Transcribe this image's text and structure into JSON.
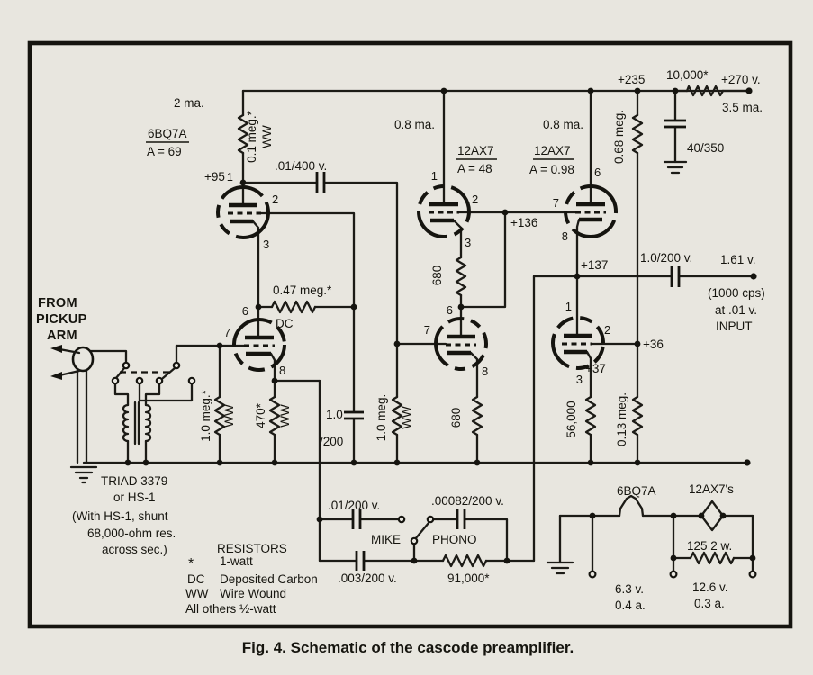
{
  "caption": "Fig. 4. Schematic of the cascode preamplifier.",
  "colors": {
    "paper": "#e8e6df",
    "ink": "#16150f"
  },
  "pins": {
    "p1": "1",
    "p2": "2",
    "p3": "3",
    "p6": "6",
    "p7": "7",
    "p8": "8"
  },
  "tubes": {
    "t1_type": "6BQ7A",
    "t1_gain": "A = 69",
    "t2_type": "12AX7",
    "t2_gain": "A = 48",
    "t3_type": "12AX7",
    "t3_gain": "A = 0.98"
  },
  "labels": {
    "from1": "FROM",
    "from2": "PICKUP",
    "from3": "ARM",
    "i2ma": "2 ma.",
    "v95": "+95",
    "r01meg": "0.1 meg.*",
    "ww1": "WW",
    "c01400": ".01/400 v.",
    "r047": "0.47 meg.*",
    "dc": "DC",
    "r1megs": "1.0 meg.*",
    "ww2": "WW",
    "r470": "470*",
    "ww3": "WW",
    "c10a": "1.0",
    "c10b": "/200",
    "r1megww": "1.0 meg.",
    "ww4": "WW",
    "i08a": "0.8 ma.",
    "i08b": "0.8 ma.",
    "v235": "+235",
    "r10k": "10,000*",
    "v270": "+270 v.",
    "i35": "3.5 ma.",
    "c40350": "40/350",
    "r068": "0.68 meg.",
    "v136": "+136",
    "r680a": "680",
    "r680b": "680",
    "r56k": "56,000",
    "r013": "0.13 meg.",
    "v137": "+137",
    "c10out": "1.0/200 v.",
    "v161": "1.61 v.",
    "cps": "(1000 cps)",
    "at01": "at .01 v.",
    "input": "INPUT",
    "v36": "+36",
    "v37": "+37",
    "c01200": ".01/200 v.",
    "c00082": ".00082/200 v.",
    "c003": ".003/200 v.",
    "r91k": "91,000*",
    "mike": "MIKE",
    "phono": "PHONO",
    "triad1": "TRIAD 3379",
    "triad2": "or HS-1",
    "triad3": "(With HS-1, shunt",
    "triad4": "68,000-ohm res.",
    "triad5": "across sec.)",
    "leg_title": "RESISTORS",
    "leg_star": "*",
    "leg_1w": "1-watt",
    "leg_dc": "DC",
    "leg_dcv": "Deposited Carbon",
    "leg_ww": "WW",
    "leg_wwv": "Wire Wound",
    "leg_all": "All others ½-watt",
    "h1": "6BQ7A",
    "h2": "12AX7's",
    "h3": "125  2 w.",
    "h4": "6.3 v.",
    "h5": "0.4 a.",
    "h6": "12.6 v.",
    "h7": "0.3 a."
  }
}
